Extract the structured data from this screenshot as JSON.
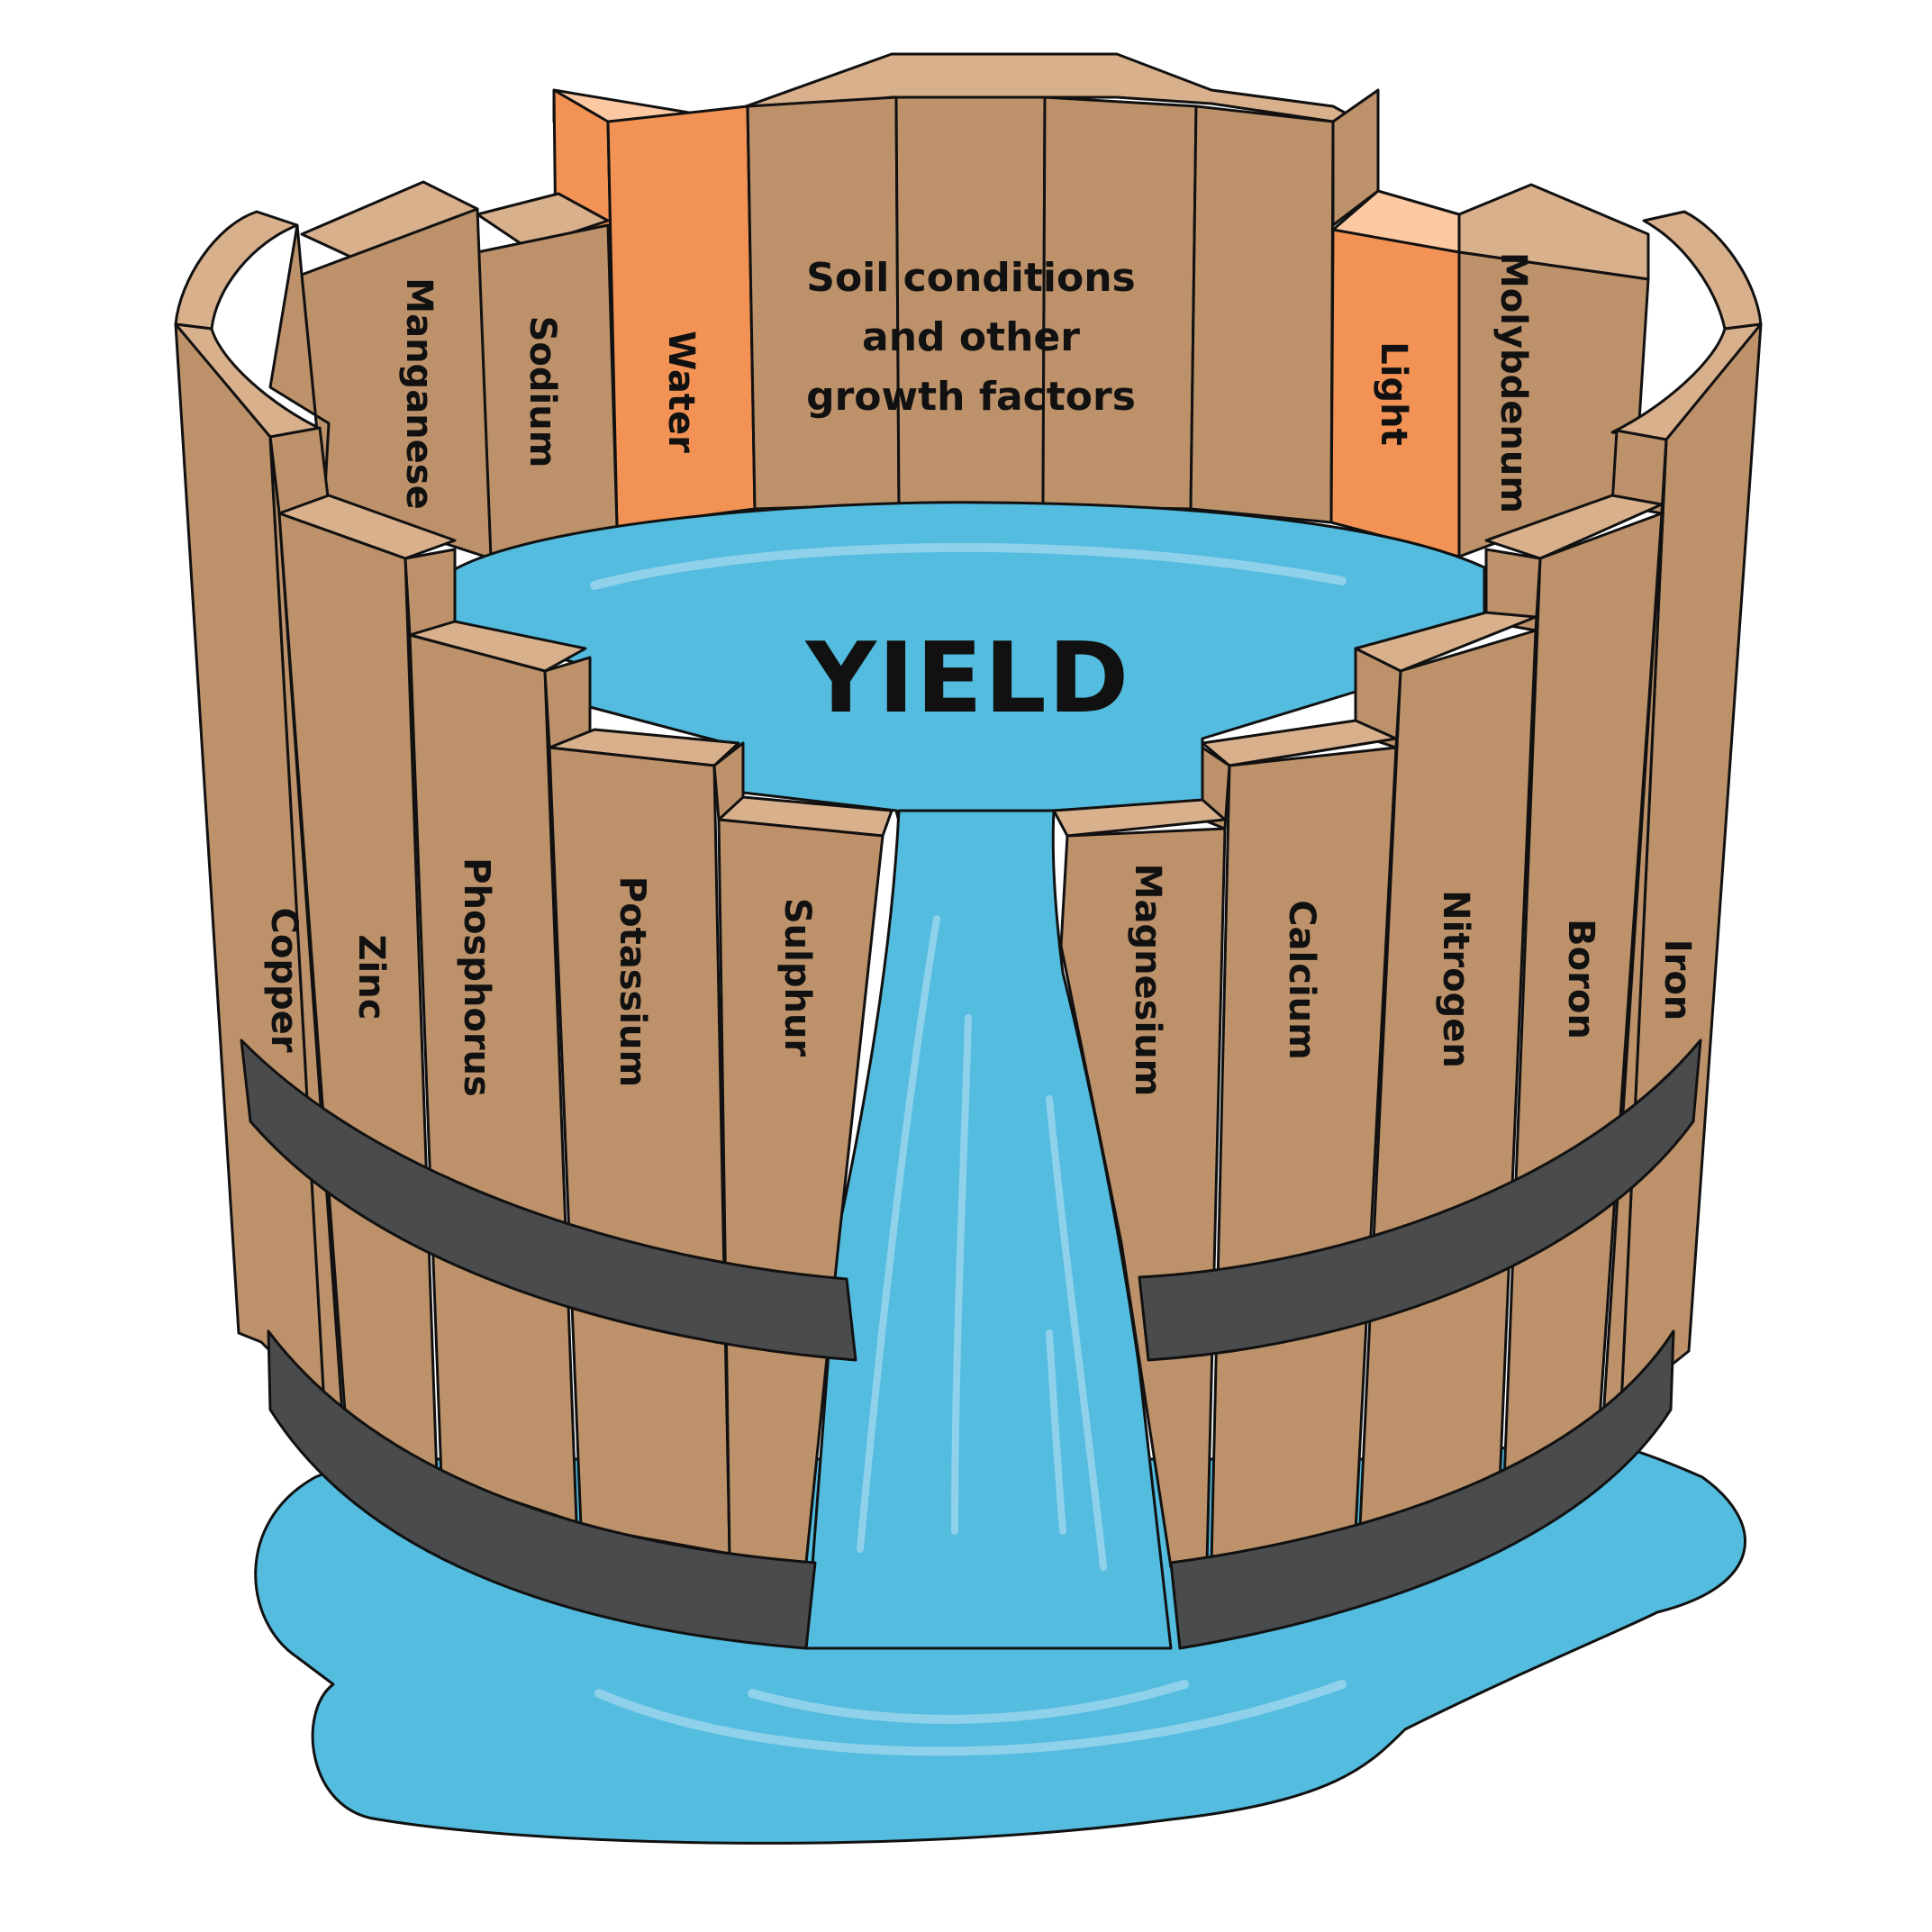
{
  "title": "YIELD",
  "center_label": [
    "Soil conditions",
    "and other",
    "growth factors"
  ],
  "staves": {
    "copper": "Copper",
    "zinc": "Zinc",
    "phosphorus": "Phosphorus",
    "potassium": "Potassium",
    "sulphur": "Sulphur",
    "magnesium": "Magnesium",
    "calcium": "Calcium",
    "nitrogen": "Nitrogen",
    "boron": "Boron",
    "iron": "Iron",
    "manganese": "Manganese",
    "sodium": "Sodium",
    "water": "Water",
    "light": "Light",
    "molybdenum": "Molybdenum"
  },
  "colors": {
    "wood": "#bd926a",
    "wood_top": "#d9b08c",
    "highlight": "#f29254",
    "highlight_top": "#fcc9a3",
    "water": "#53bcdf",
    "water_shine": "#8fd1ea",
    "hoop": "#4a4b4d",
    "outline": "#111111"
  }
}
